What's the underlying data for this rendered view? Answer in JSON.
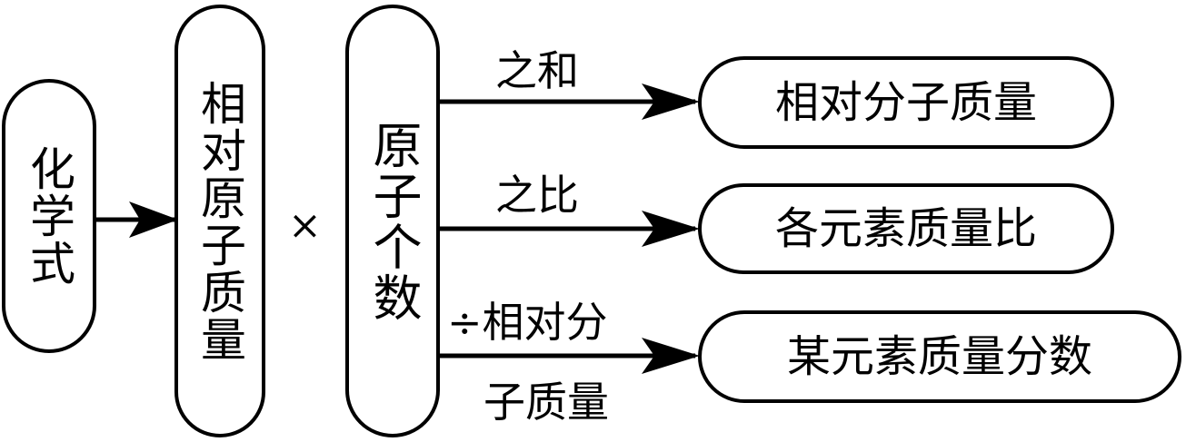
{
  "nodes": {
    "chemical_formula": "化学式",
    "relative_atomic_mass": "相对原子质量",
    "atom_count": "原子个数",
    "relative_molecular_mass": "相对分子质量",
    "element_mass_ratio": "各元素质量比",
    "element_mass_fraction": "某元素质量分数"
  },
  "operators": {
    "multiply": "×"
  },
  "edges": {
    "sum_label": "之和",
    "ratio_label": "之比",
    "divide_label_line1": "÷相对分",
    "divide_label_line2": "子质量"
  }
}
